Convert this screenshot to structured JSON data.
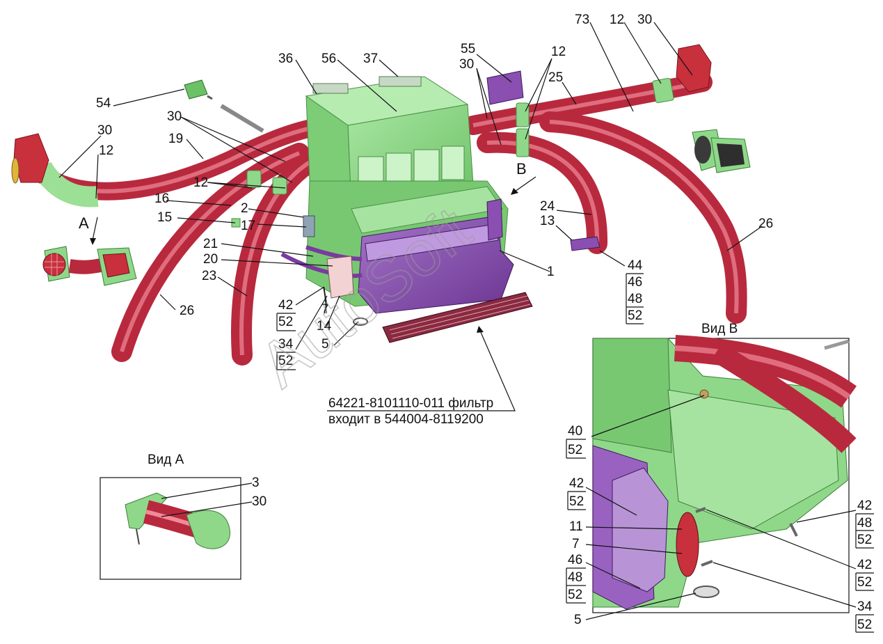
{
  "watermark": "AutoSoft",
  "labels": {
    "l36": "36",
    "l56": "56",
    "l37": "37",
    "l55": "55",
    "l73": "73",
    "l12a": "12",
    "l30a": "30",
    "l12b": "12",
    "l30b": "30",
    "l25": "25",
    "l54": "54",
    "l30c": "30",
    "l19": "19",
    "l30d": "30",
    "l12c": "12",
    "l12d": "12",
    "l16": "16",
    "l15": "15",
    "l2": "2",
    "l17": "17",
    "l21": "21",
    "l20": "20",
    "l23": "23",
    "l26a": "26",
    "l26b": "26",
    "l24": "24",
    "l13": "13",
    "l1": "1",
    "l7a": "7",
    "l14": "14",
    "l5a": "5",
    "lA": "А",
    "lB": "В"
  },
  "stacks": {
    "s1": [
      "44",
      "46",
      "48",
      "52"
    ],
    "s2": [
      "42",
      "52",
      "34",
      "52"
    ],
    "s3": [
      "40",
      "52"
    ],
    "s4": [
      "42",
      "52"
    ],
    "s5": [
      "46",
      "48",
      "52"
    ],
    "s6": [
      "42",
      "48",
      "52"
    ],
    "s7": [
      "42",
      "52"
    ],
    "s8": [
      "34",
      "52"
    ]
  },
  "filter_note": {
    "line1": "64221-8101110-011 фильтр",
    "line2": "входит в 544004-8119200"
  },
  "view_a": {
    "title": "Вид А",
    "l3": "3",
    "l30": "30"
  },
  "view_b": {
    "title": "Вид В",
    "l11": "11",
    "l7": "7",
    "l5": "5"
  },
  "colors": {
    "hose": "#d9465a",
    "hose_highlight": "#f3a7b0",
    "housing": "#8fd88a",
    "housing_dark": "#5fae5a",
    "filter": "#8a4fb0",
    "connector": "#c8303c"
  }
}
